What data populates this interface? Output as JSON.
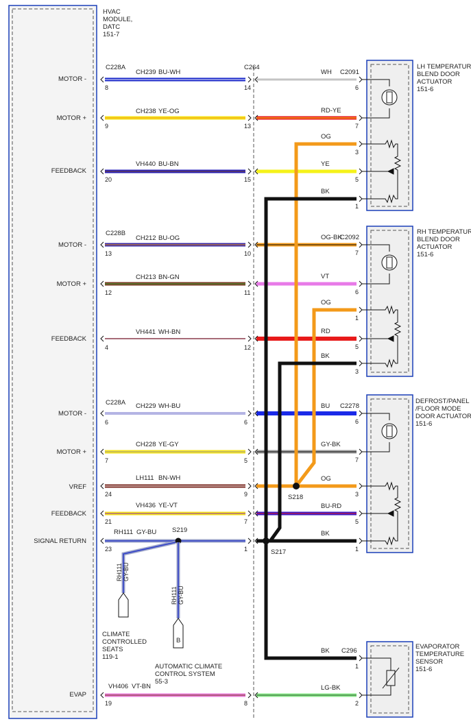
{
  "hvac": {
    "title_lines": [
      "HVAC",
      "MODULE,",
      "DATC",
      "151-7"
    ]
  },
  "connectors": {
    "c264": "C264",
    "s218": "S218",
    "s217": "S217",
    "s219": "S219"
  },
  "left_labels": [
    "MOTOR -",
    "MOTOR +",
    "FEEDBACK",
    "MOTOR -",
    "MOTOR +",
    "FEEDBACK",
    "MOTOR -",
    "MOTOR +",
    "VREF",
    "FEEDBACK",
    "SIGNAL RETURN",
    "EVAP"
  ],
  "left_conn": [
    "C228A",
    "C228B",
    "C228A"
  ],
  "left_pins": [
    "8",
    "9",
    "20",
    "13",
    "12",
    "4",
    "6",
    "7",
    "24",
    "21",
    "23",
    "19"
  ],
  "circuits": [
    "CH239",
    "CH238",
    "VH440",
    "CH212",
    "CH213",
    "VH441",
    "CH229",
    "CH228",
    "LH111",
    "VH436",
    "RH111",
    "VH406"
  ],
  "left_colors": [
    "BU-WH",
    "YE-OG",
    "BU-BN",
    "BU-OG",
    "BN-GN",
    "WH-BN",
    "WH-BU",
    "YE-GY",
    "BN-WH",
    "YE-VT",
    "GY-BU",
    "VT-BN"
  ],
  "mid_pins": [
    "14",
    "13",
    "15",
    "10",
    "11",
    "12",
    "6",
    "5",
    "9",
    "7",
    "1",
    "8"
  ],
  "right_colors": [
    "WH",
    "RD-YE",
    "OG",
    "YE",
    "BK",
    "OG-BK",
    "VT",
    "OG",
    "RD",
    "BK",
    "BU",
    "GY-BK",
    "OG",
    "BU-RD",
    "BK",
    "BK",
    "LG-BK"
  ],
  "right_pins": [
    "6",
    "7",
    "3",
    "5",
    "1",
    "7",
    "6",
    "1",
    "5",
    "3",
    "6",
    "7",
    "3",
    "5",
    "1",
    "1",
    "2"
  ],
  "right_conn": [
    "C2091",
    "C2092",
    "C2278",
    "C296"
  ],
  "components": [
    {
      "lines": [
        "LH TEMPERATURE",
        "BLEND DOOR",
        "ACTUATOR",
        "151-6"
      ]
    },
    {
      "lines": [
        "RH TEMPERATURE",
        "BLEND DOOR",
        "ACTUATOR",
        "151-6"
      ]
    },
    {
      "lines": [
        "DEFROST/PANEL",
        "/FLOOR MODE",
        "DOOR ACTUATOR",
        "151-6"
      ]
    },
    {
      "lines": [
        "EVAPORATOR",
        "TEMPERATURE",
        "SENSOR",
        "151-6"
      ]
    }
  ],
  "branches": {
    "rh111_a": "RH111",
    "gybu_a": "GY-BU",
    "rh111_b": "RH111",
    "gybu_b": "GY-BU",
    "b_connector": "B",
    "seats_lines": [
      "CLIMATE",
      "CONTROLLED",
      "SEATS",
      "119-1"
    ],
    "acc_lines": [
      "AUTOMATIC CLIMATE",
      "CONTROL SYSTEM",
      "55-3"
    ]
  }
}
